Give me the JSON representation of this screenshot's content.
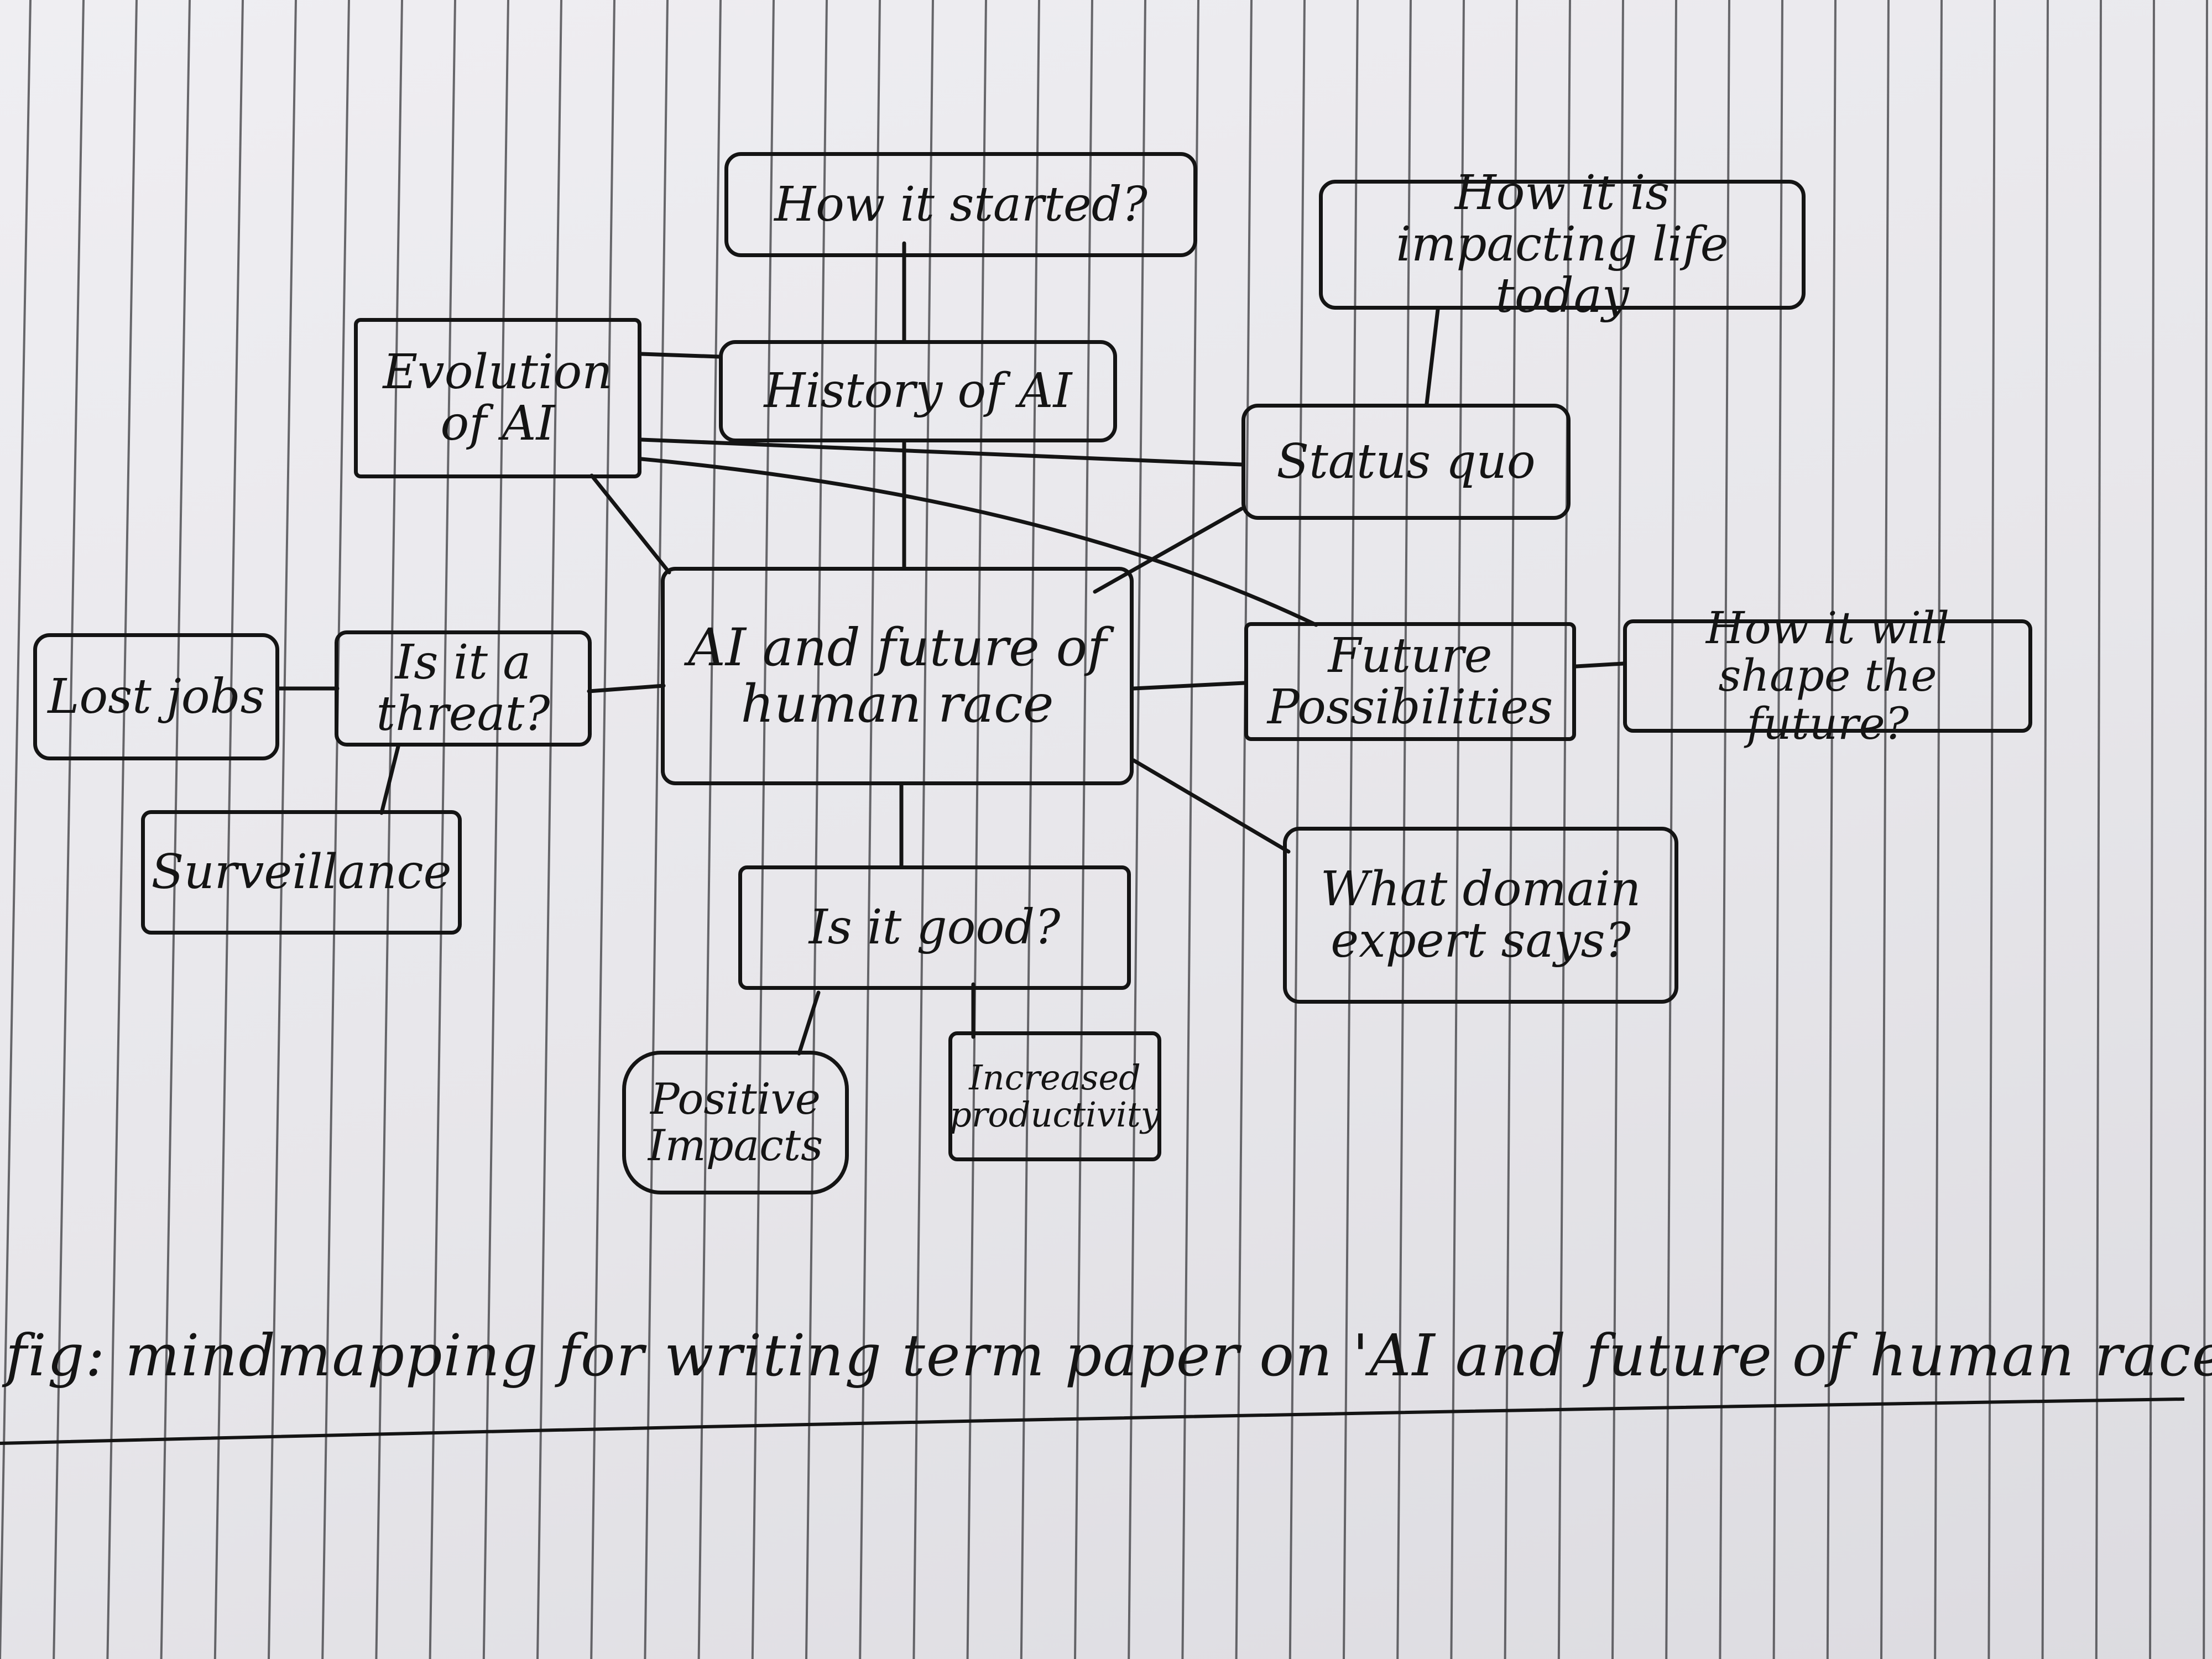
{
  "diagram": {
    "type": "mind-map",
    "central": "AI and future of human race",
    "nodes": {
      "how_it_started": "How it started?",
      "history": "History of AI",
      "evolution": "Evolution of AI",
      "status_quo": "Status quo",
      "impacting_today": "How it is impacting life today",
      "future_possibilities": "Future Possibilities",
      "shape_future": "How it will shape the future?",
      "domain_expert": "What domain expert says?",
      "is_it_good": "Is it good?",
      "positive_impacts": "Positive Impacts",
      "increased_productivity": "Increased productivity",
      "is_it_threat": "Is it a threat?",
      "lost_jobs": "Lost jobs",
      "surveillance": "Surveillance"
    },
    "edges": [
      [
        "central",
        "history"
      ],
      [
        "history",
        "how_it_started"
      ],
      [
        "history",
        "evolution"
      ],
      [
        "central",
        "evolution"
      ],
      [
        "evolution",
        "status_quo"
      ],
      [
        "evolution",
        "future_possibilities"
      ],
      [
        "central",
        "status_quo"
      ],
      [
        "status_quo",
        "impacting_today"
      ],
      [
        "central",
        "future_possibilities"
      ],
      [
        "future_possibilities",
        "shape_future"
      ],
      [
        "central",
        "domain_expert"
      ],
      [
        "central",
        "is_it_good"
      ],
      [
        "is_it_good",
        "positive_impacts"
      ],
      [
        "is_it_good",
        "increased_productivity"
      ],
      [
        "central",
        "is_it_threat"
      ],
      [
        "is_it_threat",
        "lost_jobs"
      ],
      [
        "is_it_threat",
        "surveillance"
      ]
    ]
  },
  "caption": "fig: mindmapping for writing term paper on 'AI and future of human race'",
  "colors": {
    "ink": "#141414",
    "paper": "#e9e8ec",
    "ruling": "#3a3a3e"
  }
}
